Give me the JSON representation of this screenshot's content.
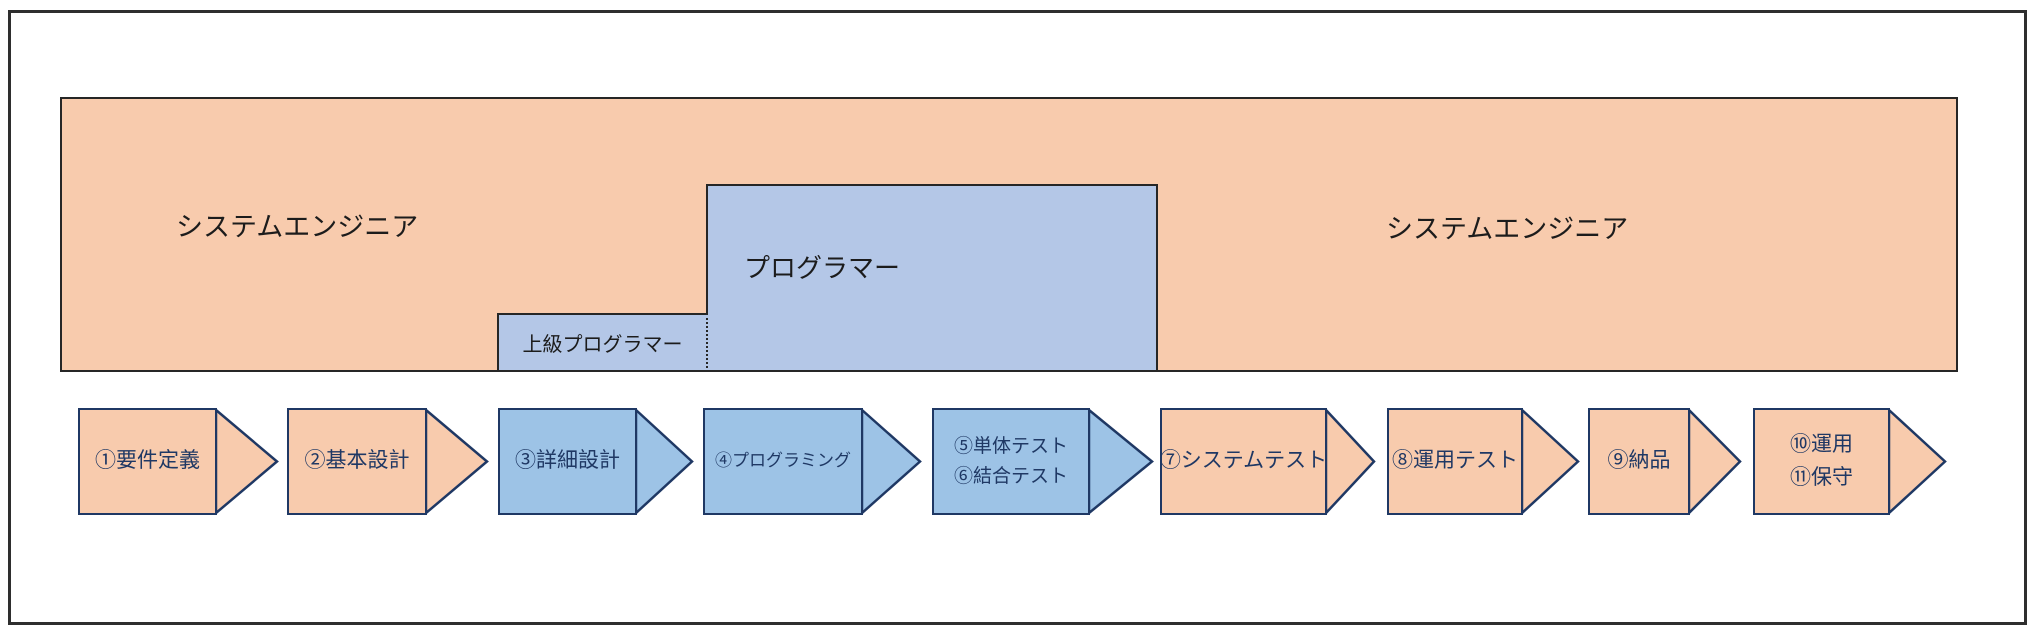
{
  "colors": {
    "orange_fill": "#F8CBAD",
    "blue_region_fill": "#B4C7E7",
    "blue_arrow_fill": "#9DC3E6",
    "arrow_border": "#1F3864",
    "region_border": "#262626",
    "frame_border": "#2e2e2e"
  },
  "regions": {
    "se_left": {
      "label": "システムエンジニア"
    },
    "programmer": {
      "label": "プログラマー"
    },
    "senior_programmer": {
      "label": "上級プログラマー"
    },
    "se_right": {
      "label": "システムエンジニア"
    }
  },
  "steps": [
    {
      "line1": "①要件定義",
      "line2": "",
      "color": "orange"
    },
    {
      "line1": "②基本設計",
      "line2": "",
      "color": "orange"
    },
    {
      "line1": "③詳細設計",
      "line2": "",
      "color": "blue"
    },
    {
      "line1": "④プログラミング",
      "line2": "",
      "color": "blue"
    },
    {
      "line1": "⑤単体テスト",
      "line2": "⑥結合テスト",
      "color": "blue"
    },
    {
      "line1": "⑦システムテスト",
      "line2": "",
      "color": "orange"
    },
    {
      "line1": "⑧運用テスト",
      "line2": "",
      "color": "orange"
    },
    {
      "line1": "⑨納品",
      "line2": "",
      "color": "orange"
    },
    {
      "line1": "⑩運用",
      "line2": "⑪保守",
      "color": "orange"
    }
  ]
}
